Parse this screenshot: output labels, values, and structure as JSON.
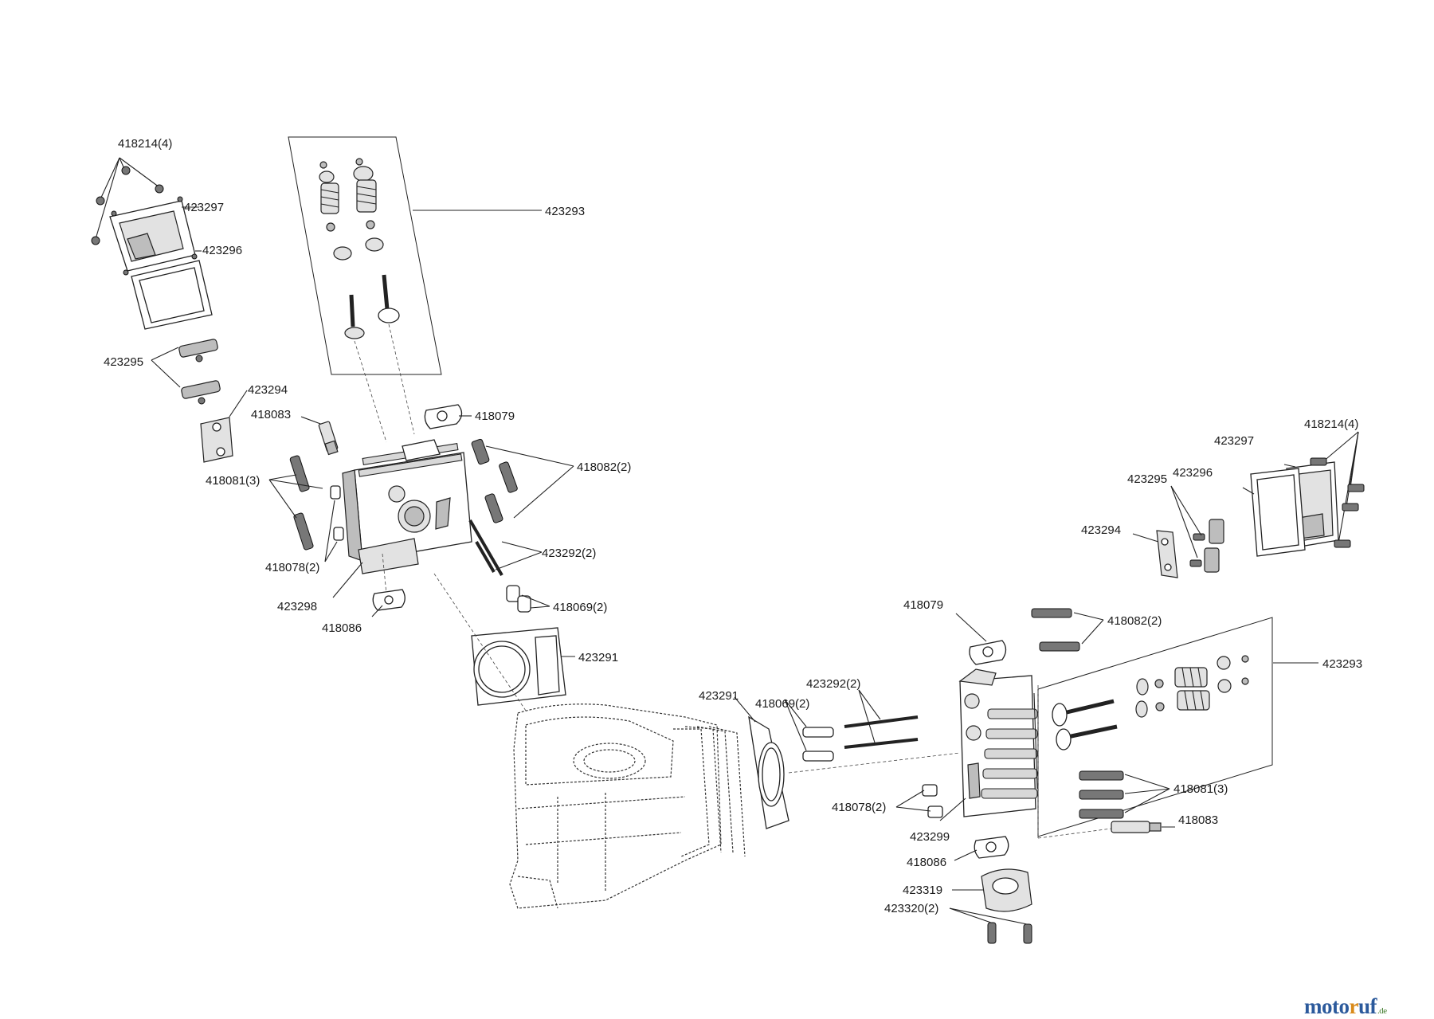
{
  "callouts": {
    "l_418214": "418214(4)",
    "l_423297": "423297",
    "l_423296": "423296",
    "l_423295": "423295",
    "l_423294": "423294",
    "l_423293": "423293",
    "l_418083": "418083",
    "l_418079": "418079",
    "l_418081": "418081(3)",
    "l_418082": "418082(2)",
    "l_423292": "423292(2)",
    "l_418078": "418078(2)",
    "l_423298": "423298",
    "l_418086": "418086",
    "l_418069": "418069(2)",
    "l_423291": "423291",
    "r_418214": "418214(4)",
    "r_423297": "423297",
    "r_423295": "423295",
    "r_423296": "423296",
    "r_423294": "423294",
    "r_418079": "418079",
    "r_418082": "418082(2)",
    "r_423293": "423293",
    "r_423291": "423291",
    "r_418069": "418069(2)",
    "r_423292": "423292(2)",
    "r_418081": "418081(3)",
    "r_418083": "418083",
    "r_418078": "418078(2)",
    "r_423299": "423299",
    "r_418086": "418086",
    "r_423319": "423319",
    "r_423320": "423320(2)"
  },
  "watermark": {
    "part1": "moto",
    "part2": "r",
    "part3": "uf",
    "suffix": ".de"
  }
}
